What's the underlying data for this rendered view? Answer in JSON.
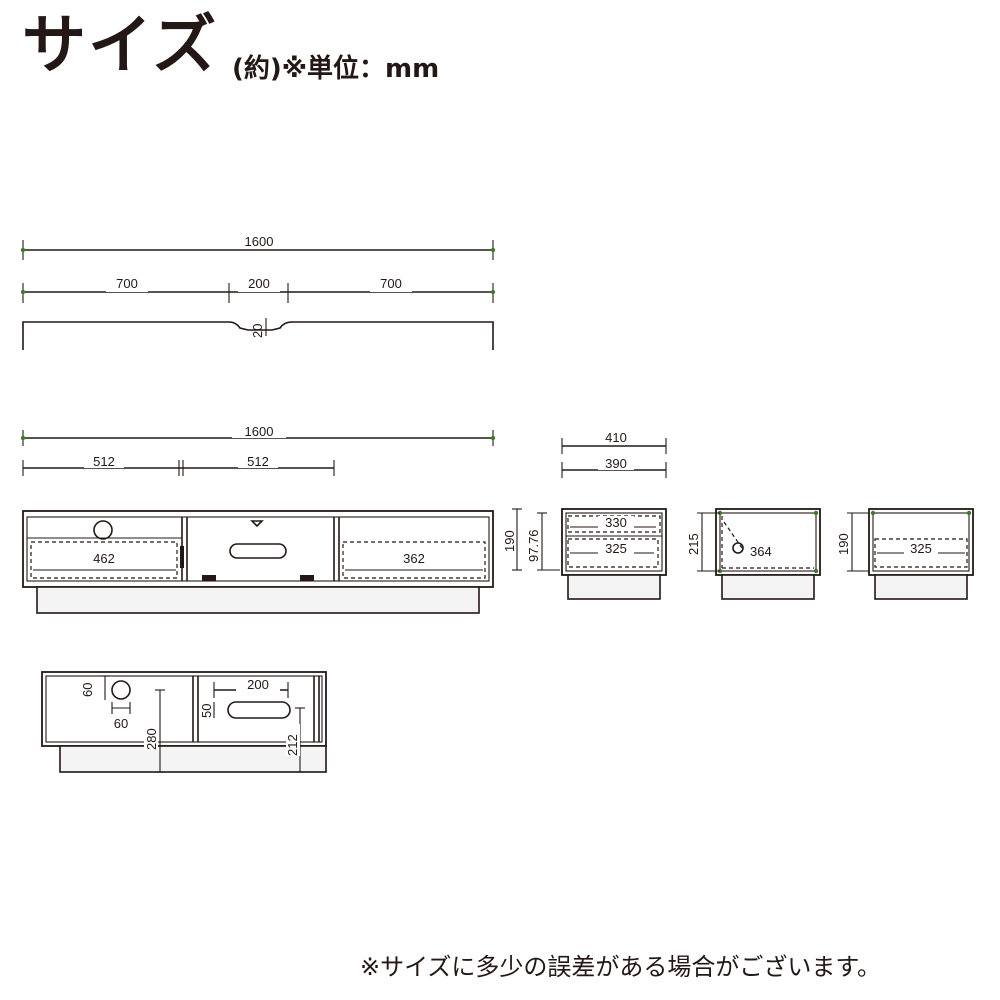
{
  "header": {
    "title": "サイズ",
    "subtitle": "(約)※単位：mm"
  },
  "footnote": "※サイズに多少の誤差がある場合がございます。",
  "top_view": {
    "overall_width": "1600",
    "left_section": "700",
    "center_section": "200",
    "right_section": "700",
    "notch_depth": "20"
  },
  "front_view": {
    "overall_width": "1600",
    "left_module": "512",
    "center_module": "512",
    "left_drawer_inner": "462",
    "right_drawer_inner": "362"
  },
  "side_view_1": {
    "outer_depth": "410",
    "inner_depth": "390",
    "upper_inner": "330",
    "lower_inner": "325",
    "height": "190",
    "upper_height": "97.76"
  },
  "side_view_2": {
    "height": "215",
    "depth": "364"
  },
  "side_view_3": {
    "height": "190",
    "inner_depth": "325"
  },
  "back_view": {
    "hole_diameter": "60",
    "hole_offset": "60",
    "opening_width": "200",
    "opening_height": "50",
    "height_left": "280",
    "height_right": "212"
  }
}
